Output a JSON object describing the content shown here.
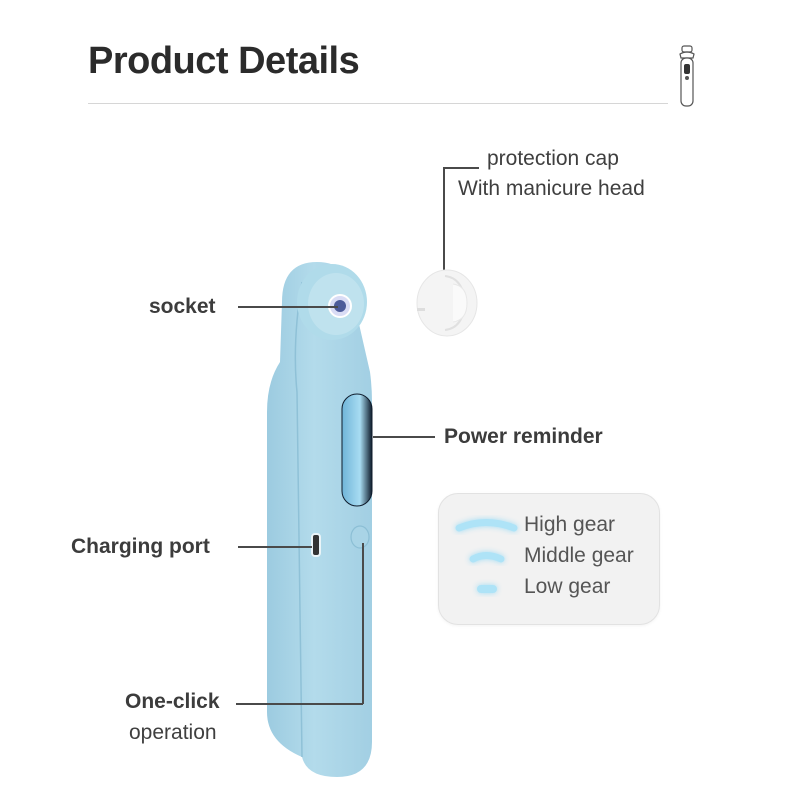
{
  "header": {
    "title": "Product Details",
    "thumbnail_icon": "device-thumbnail-icon"
  },
  "callouts": {
    "protection_cap": {
      "line1": "protection cap",
      "line2": "With manicure head"
    },
    "socket": "socket",
    "power_reminder": "Power reminder",
    "charging_port": "Charging port",
    "one_click": {
      "line1": "One-click",
      "line2": "operation"
    }
  },
  "gear_legend": {
    "items": [
      {
        "label": "High gear",
        "icon": "high-gear-indicator-icon"
      },
      {
        "label": "Middle gear",
        "icon": "middle-gear-indicator-icon"
      },
      {
        "label": "Low gear",
        "icon": "low-gear-indicator-icon"
      }
    ]
  },
  "colors": {
    "device_body": "#a9d4e6",
    "indicator_glow": "#aee3f7",
    "title_text": "#2b2b2b",
    "leader_line": "#4a4a4a",
    "panel_bg": "#f2f2f2"
  }
}
